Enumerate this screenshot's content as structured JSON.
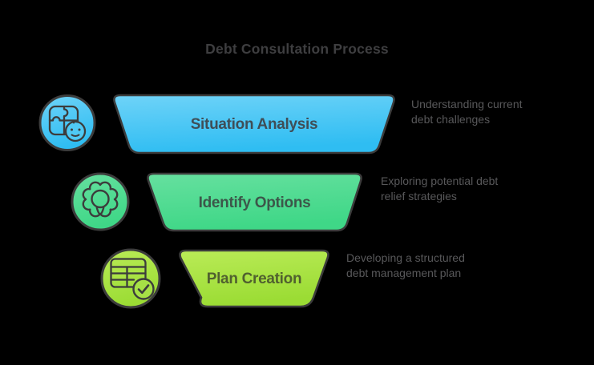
{
  "title": "Debt Consultation Process",
  "stages": [
    {
      "label": "Situation Analysis",
      "description": "Understanding current debt challenges",
      "icon": "puzzle-smiley-icon",
      "color_top": "#6FD3F8",
      "color_bottom": "#2FBDF2",
      "label_color": "#3F4E57"
    },
    {
      "label": "Identify Options",
      "description": "Exploring potential debt relief strategies",
      "icon": "gear-lightbulb-icon",
      "color_top": "#66E09F",
      "color_bottom": "#3FD787",
      "label_color": "#3C574A"
    },
    {
      "label": "Plan Creation",
      "description": "Developing a structured debt management plan",
      "icon": "table-check-icon",
      "color_top": "#BAEB57",
      "color_bottom": "#9BDC34",
      "label_color": "#50602F"
    }
  ],
  "colors": {
    "background": "#000000",
    "title_text": "#3E3E40",
    "description_text": "#58585A",
    "outline": "#3C3C3C"
  }
}
